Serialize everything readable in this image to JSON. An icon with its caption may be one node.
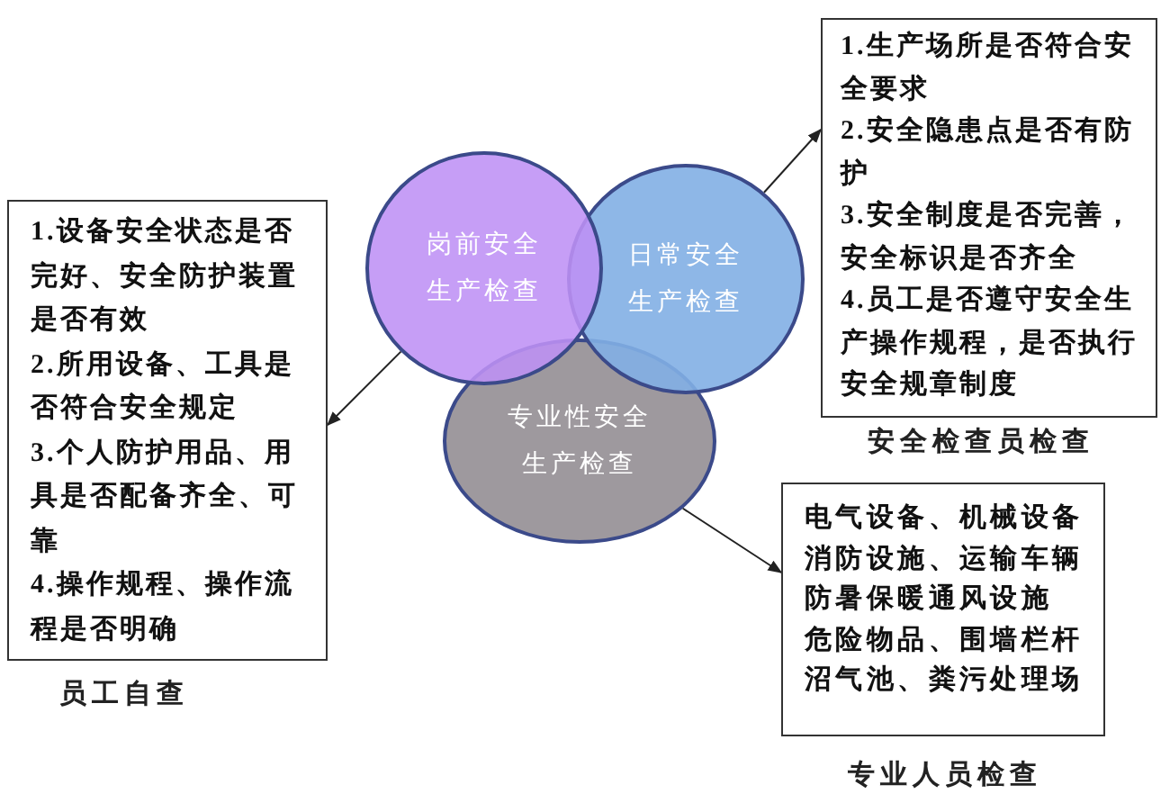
{
  "diagram": {
    "nodes": [
      {
        "text": [
          "岗前安全生产检查"
        ]
      },
      {
        "text": [
          "日常安全生产检查"
        ]
      },
      {
        "text": [
          "专业性安全生产检查"
        ]
      },
      {
        "text": [
          "1.设备安全状态是否完好、安全防护装置是否有效",
          "2.所用设备、工具是否符合安全规定",
          "3.个人防护用品、用具是否配备齐全、可靠",
          "4.操作规程、操作流程是否明确"
        ],
        "beside": [
          "员工自查"
        ]
      },
      {
        "text": [
          "1.生产场所是否符合安全要求",
          "2.安全隐患点是否有防护",
          "3.安全制度是否完善，安全标识是否齐全",
          "4.员工是否遵守安全生产操作规程，是否执行安全规章制度"
        ],
        "beside": [
          "安全检查员检查"
        ]
      },
      {
        "text": [
          "电气设备、机械设备",
          "消防设施、运输车辆",
          "防暑保暖通风设施",
          "危险物品、围墙栏杆",
          "沼气池、粪污处理场"
        ],
        "beside": [
          "专业人员检查"
        ]
      }
    ],
    "edges": [
      {
        "from": 0,
        "to": 3,
        "arrow": "to"
      },
      {
        "from": 1,
        "to": 4,
        "arrow": "to"
      },
      {
        "from": 2,
        "to": 5,
        "arrow": "to"
      }
    ]
  }
}
